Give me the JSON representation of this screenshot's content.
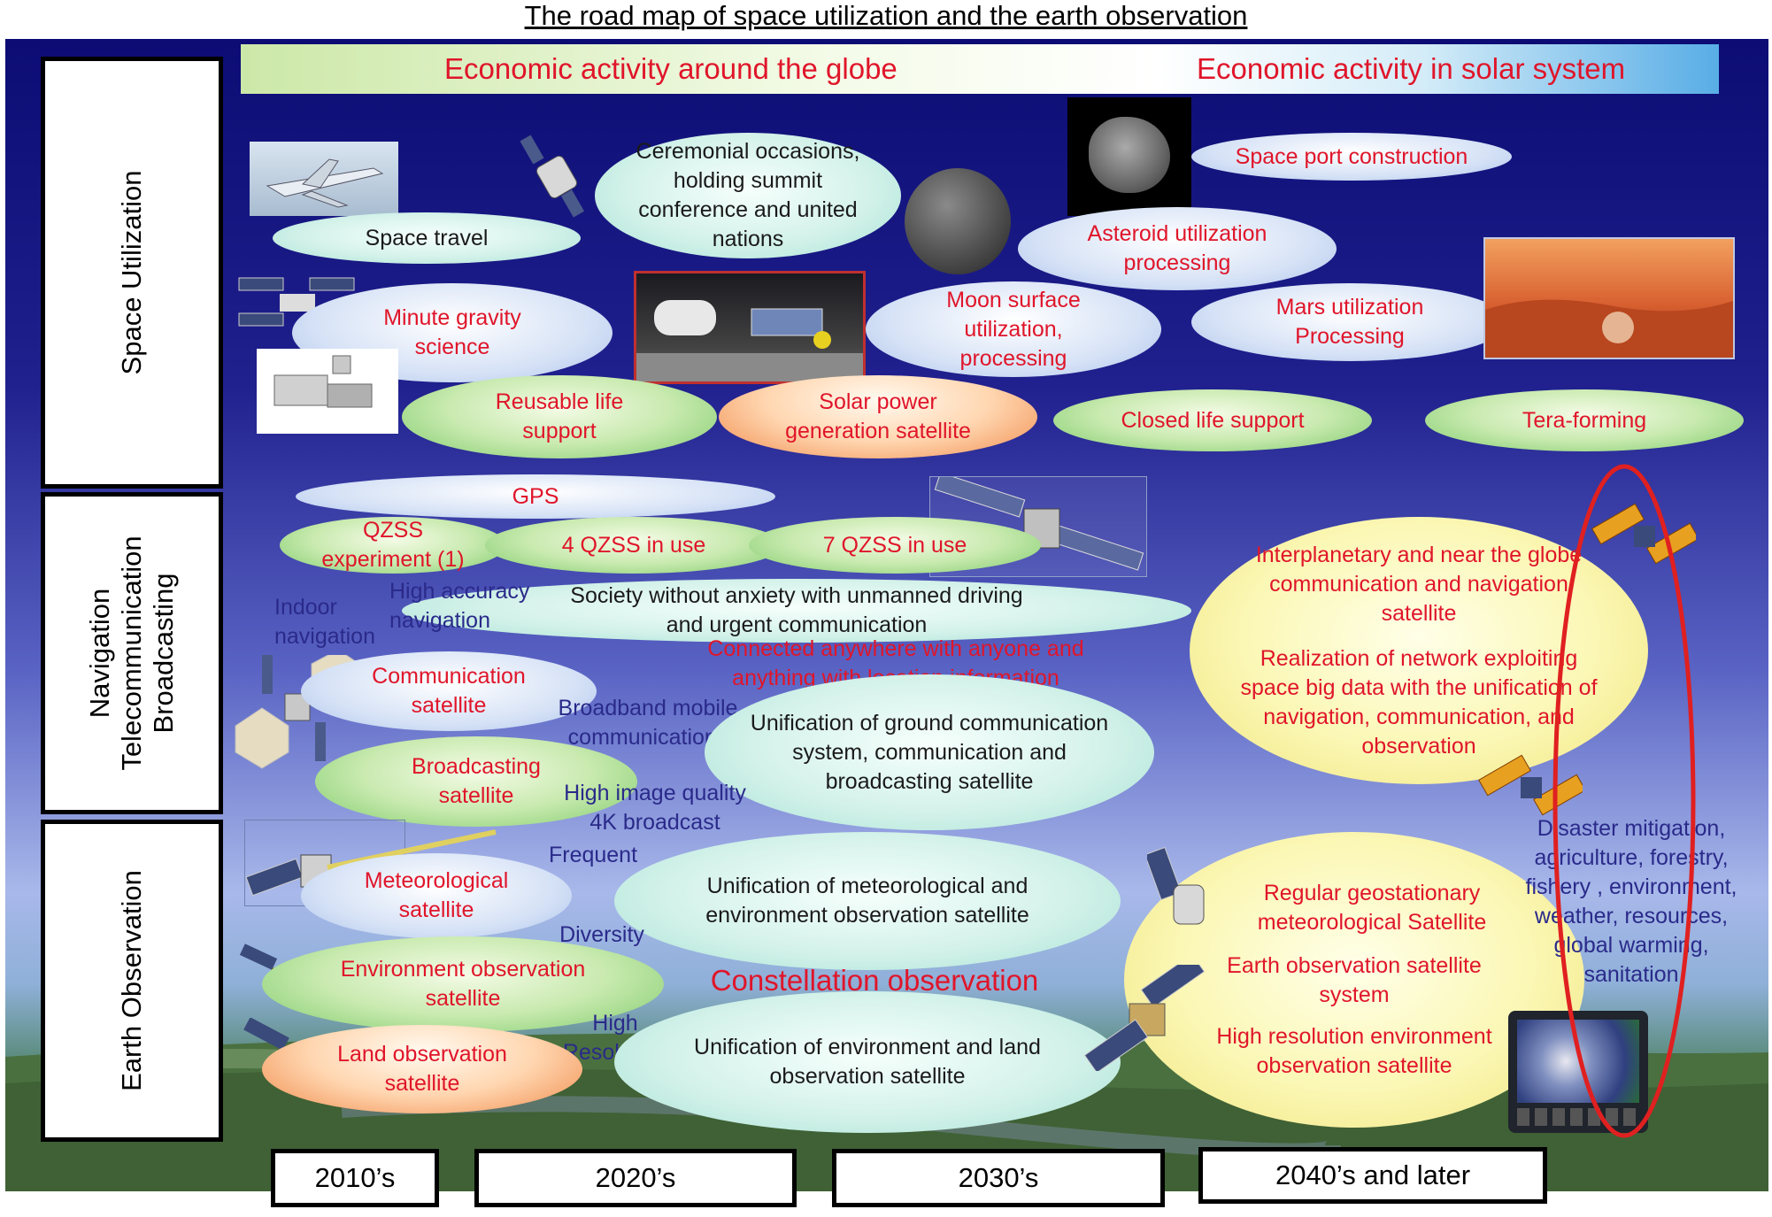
{
  "title": "The road map of space utilization and the earth observation",
  "banner": {
    "left": "Economic activity around the globe",
    "right": "Economic activity in solar system"
  },
  "rows": {
    "space": "Space Utilization",
    "nav_line1": "Navigation",
    "nav_line2": "Telecommunication",
    "nav_line3": "Broadcasting",
    "earth": "Earth Observation"
  },
  "decades": [
    "2010’s",
    "2020’s",
    "2030’s",
    "2040’s and later"
  ],
  "space": {
    "space_travel": "Space travel",
    "ceremonial": "Ceremonial occasions, holding summit conference and united nations",
    "space_port": "Space port construction",
    "asteroid": "Asteroid utilization processing",
    "minute_gravity": "Minute gravity science",
    "moon": "Moon surface utilization, processing",
    "mars": "Mars utilization Processing",
    "reusable": "Reusable life support",
    "solar_power": "Solar power generation satellite",
    "closed_life": "Closed life support",
    "tera": "Tera-forming"
  },
  "nav": {
    "gps": "GPS",
    "qzss_exp": "QZSS experiment (1)",
    "qzss4": "4  QZSS in use",
    "qzss7": "7 QZSS in use",
    "indoor": "Indoor navigation",
    "high_acc": "High accuracy navigation",
    "society": "Society without anxiety with unmanned driving and urgent communication",
    "connected": "Connected  anywhere with anyone and anything  with location information",
    "comm_sat": "Communication satellite",
    "broadband": "Broadband mobile communications",
    "unification_ground": "Unification of ground communication system, communication and broadcasting satellite",
    "broadcast_sat": "Broadcasting satellite",
    "high_image": "High image quality 4K broadcast",
    "interplanetary": "Interplanetary  and near the globe communication and navigation satellite",
    "realization": "Realization of network exploiting space big data with the unification of navigation, communication, and observation"
  },
  "earth": {
    "frequent": "Frequent",
    "meteorological": "Meteorological satellite",
    "unif_met": "Unification of meteorological and environment observation satellite",
    "diversity": "Diversity",
    "env_obs": "Environment observation satellite",
    "constellation": "Constellation observation",
    "high_res_label": "High Resolution",
    "land_obs": "Land observation satellite",
    "unif_env_land": "Unification of environment and land observation satellite",
    "regular_geo": "Regular geostationary meteorological Satellite",
    "earth_obs_sys": "Earth observation satellite system",
    "high_res_env": "High resolution environment observation satellite",
    "disaster": "Disaster mitigation, agriculture, forestry, fishery , environment, weather, resources, global warming, sanitation"
  },
  "colors": {
    "red_text": "#e0152a",
    "highlight_oval": "#e02020",
    "banner_green": "#a8d878",
    "banner_blue": "#5fb0e8"
  }
}
